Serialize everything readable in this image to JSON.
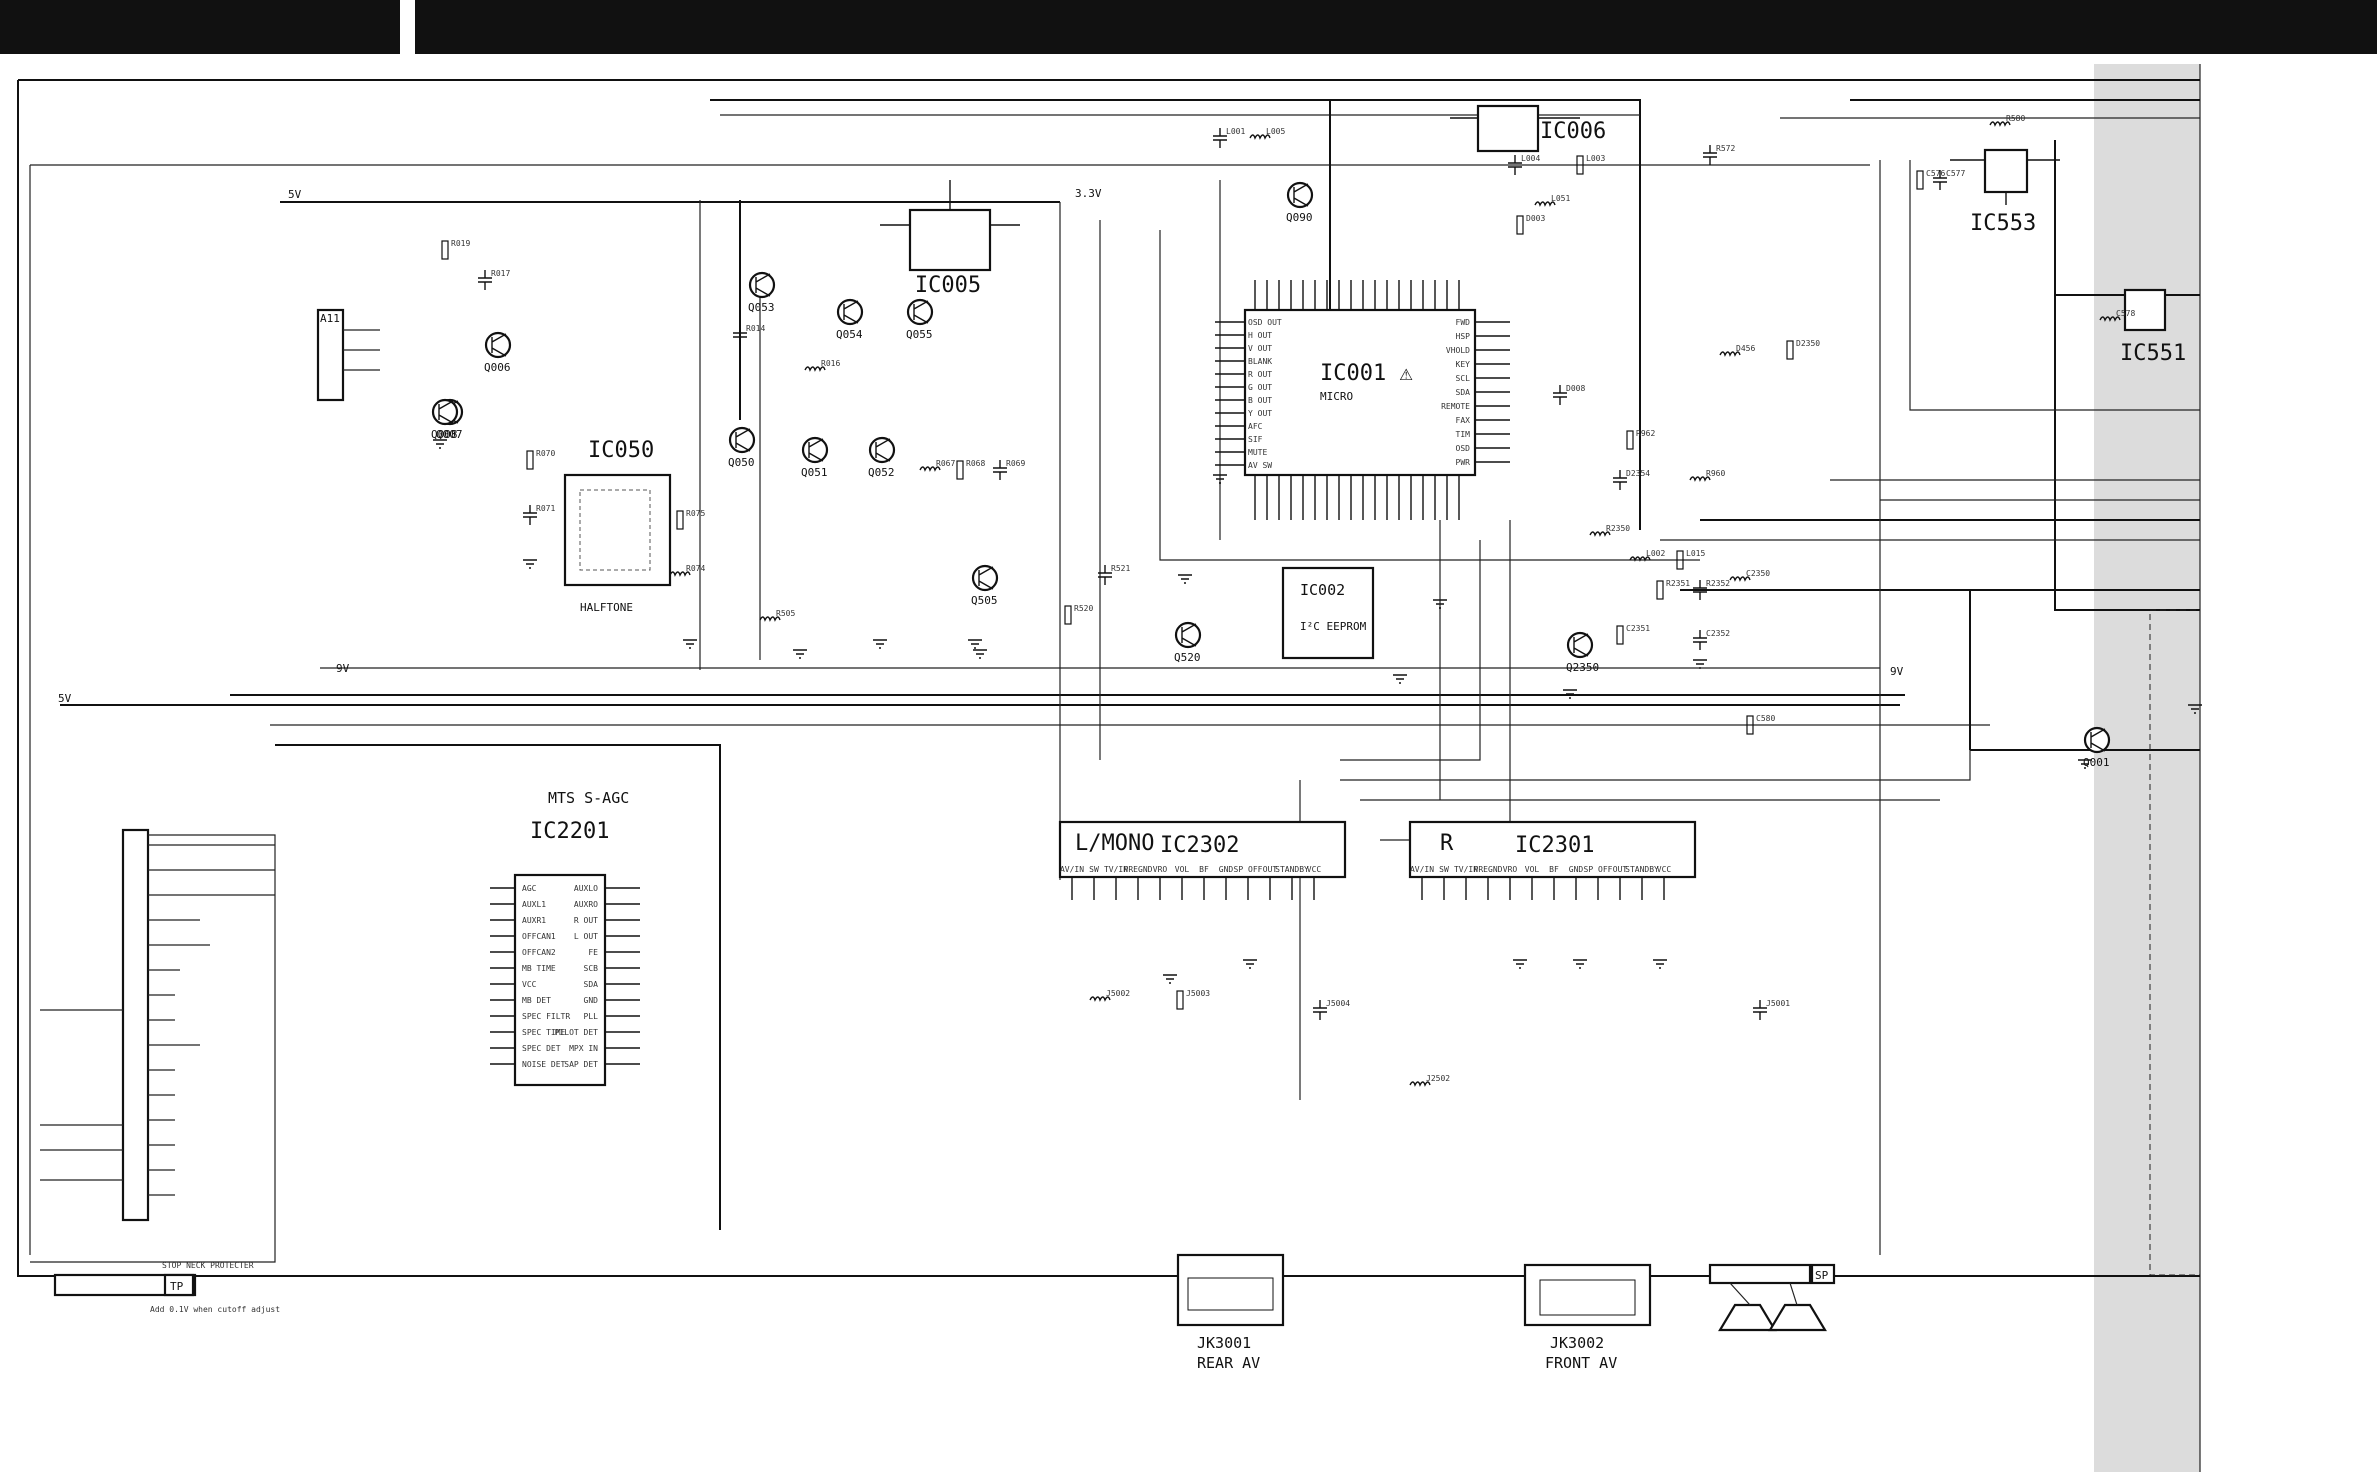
{
  "diagram": {
    "ics": [
      {
        "id": "IC001",
        "caption": "IC001 ⚠",
        "sub": "MICRO",
        "type": "u-com"
      },
      {
        "id": "IC002",
        "caption": "IC002",
        "sub": "I²C EEPROM",
        "type": "eeprom"
      },
      {
        "id": "IC005",
        "caption": "IC005",
        "sub": "",
        "type": "reg"
      },
      {
        "id": "IC006",
        "caption": "IC006",
        "sub": "",
        "type": "reg"
      },
      {
        "id": "IC050",
        "caption": "IC050",
        "sub": "HALFTONE",
        "type": "logic"
      },
      {
        "id": "IC551",
        "caption": "IC551",
        "sub": "",
        "type": "reg"
      },
      {
        "id": "IC553",
        "caption": "IC553",
        "sub": "",
        "type": "reg"
      },
      {
        "id": "IC2201",
        "caption": "IC2201",
        "sub": "MTS S-AGC",
        "type": "mts"
      },
      {
        "id": "IC2301",
        "caption": "IC2301",
        "sub": "R",
        "type": "audio"
      },
      {
        "id": "IC2302",
        "caption": "IC2302",
        "sub": "L/MONO",
        "type": "audio"
      }
    ],
    "transistors": [
      "Q006",
      "Q007",
      "Q008",
      "Q050",
      "Q051",
      "Q052",
      "Q053",
      "Q054",
      "Q055",
      "Q090",
      "Q505",
      "Q520",
      "Q2350",
      "Q001"
    ],
    "jacks": [
      {
        "id": "JK3001",
        "caption": "JK3001",
        "sub": "REAR AV"
      },
      {
        "id": "JK3002",
        "caption": "JK3002",
        "sub": "FRONT AV"
      }
    ],
    "connectors": [
      "A11",
      "TP",
      "SP"
    ],
    "rails": [
      "5V",
      "3.3V",
      "9V",
      "5V",
      "9V"
    ],
    "notes": [
      "STOP NECK PROTECTER",
      "Add 0.1V when cutoff adjust"
    ],
    "ic001_pins_left": [
      "OSD OUT",
      "H OUT",
      "V OUT",
      "BLANK",
      "R OUT",
      "G OUT",
      "B OUT",
      "Y OUT",
      "AFC",
      "SIF",
      "MUTE",
      "AV SW"
    ],
    "ic001_pins_right": [
      "FWD",
      "HSP",
      "VHOLD",
      "KEY",
      "SCL",
      "SDA",
      "REMOTE",
      "FAX",
      "TIM",
      "OSD",
      "PWR"
    ],
    "ic2201_pins_left": [
      "AGC",
      "AUXL1",
      "AUXR1",
      "OFFCAN1",
      "OFFCAN2",
      "MB TIME",
      "VCC",
      "MB DET",
      "SPEC FILTR",
      "SPEC TIME",
      "SPEC DET",
      "NOISE DET"
    ],
    "ic2201_pins_right": [
      "AUXLO",
      "AUXRO",
      "R OUT",
      "L OUT",
      "FE",
      "SCB",
      "SDA",
      "GND",
      "PLL",
      "PILOT DET",
      "MPX IN",
      "SAP DET"
    ],
    "ic230x_pins": [
      "AV/IN",
      "SW",
      "TV/IN",
      "PREGND",
      "VRO",
      "VOL",
      "BF",
      "GND",
      "SP OFF",
      "OUT",
      "STANDBY",
      "VCC"
    ],
    "refs": [
      "R070",
      "R071",
      "R074",
      "R075",
      "R014",
      "R016",
      "R019",
      "R017",
      "R067",
      "R068",
      "R069",
      "R505",
      "R520",
      "R521",
      "R2350",
      "R2351",
      "R2352",
      "C2350",
      "C2351",
      "C2352",
      "L002",
      "L015",
      "L001",
      "L005",
      "L003",
      "L004",
      "L051",
      "D003",
      "D008",
      "D456",
      "D2350",
      "D2354",
      "R960",
      "R962",
      "R572",
      "R580",
      "C576",
      "C577",
      "C578",
      "C580",
      "J5001",
      "J5002",
      "J5003",
      "J5004",
      "J2502"
    ]
  }
}
